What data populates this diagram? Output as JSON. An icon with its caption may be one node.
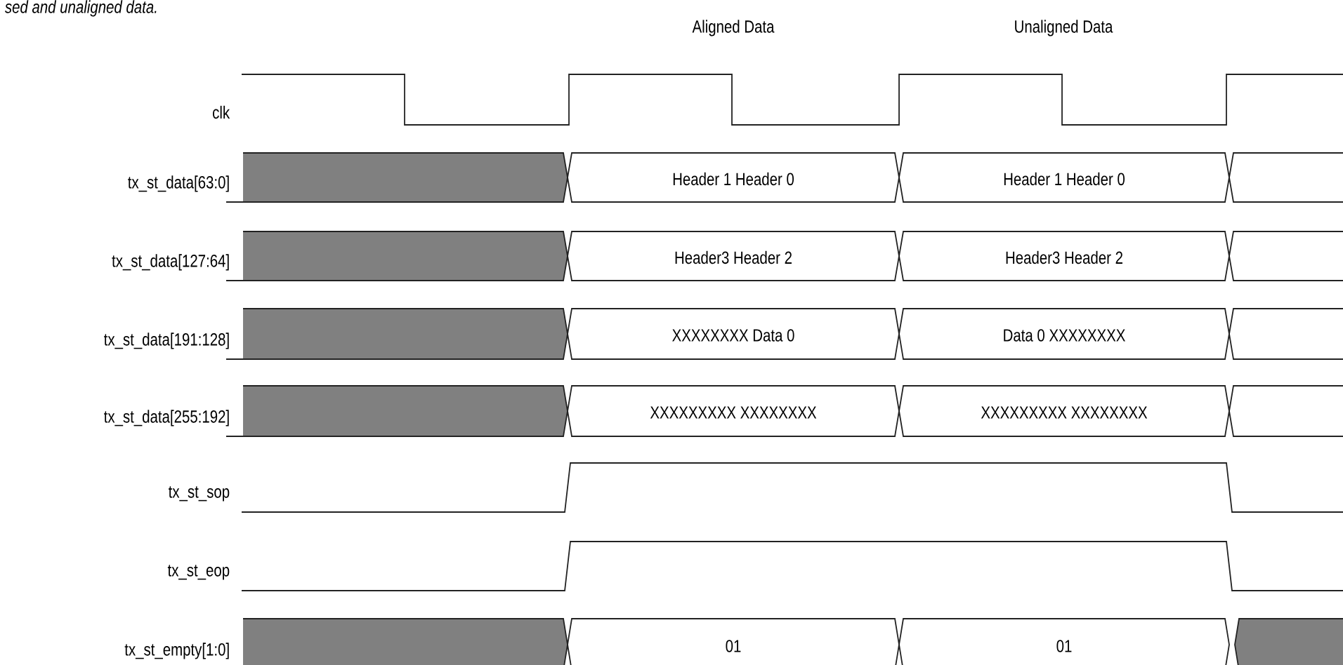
{
  "diagram": {
    "labels": [
      "sed and unaligned data.",
      "Aligned Data",
      "Unaligned Data",
      "clk",
      "tx_st_data[63:0]",
      "Header 1 Header 0",
      "Header 1 Header 0",
      "tx_st_data[127:64]",
      "Header3 Header 2",
      "Header3 Header 2",
      "tx_st_data[191:128]",
      "XXXXXXXX Data 0",
      "Data 0 XXXXXXXX",
      "tx_st_data[255:192]",
      "XXXXXXXXX XXXXXXXX",
      "XXXXXXXXX XXXXXXXX",
      "tx_st_sop",
      "tx_st_eop",
      "tx_st_empty[1:0]",
      "01",
      "01"
    ]
  }
}
